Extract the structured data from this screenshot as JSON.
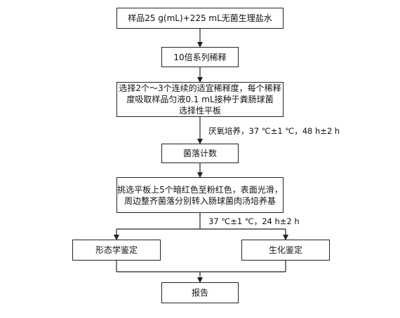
{
  "flow": {
    "step1": "样品25 g(mL)+225 mL无菌生理盐水",
    "step2": "10倍系列稀释",
    "step3": {
      "line1": "选择2个～3个连续的适宜稀释度，每个稀释",
      "line2": "度吸取样品匀液0.1 mL接种于粪肠球菌",
      "line3": "选择性平板"
    },
    "condition1": "厌氧培养，37 ℃±1 ℃，48 h±2 h",
    "step4": "菌落计数",
    "step5": {
      "line1": "挑选平板上5个暗红色至粉红色，表面光滑，",
      "line2": "周边整齐菌落分别转入肠球菌肉汤培养基"
    },
    "condition2": "37 ℃±1 ℃，24 h±2 h",
    "branch_left": "形态学鉴定",
    "branch_right": "生化鉴定",
    "final": "报告"
  }
}
